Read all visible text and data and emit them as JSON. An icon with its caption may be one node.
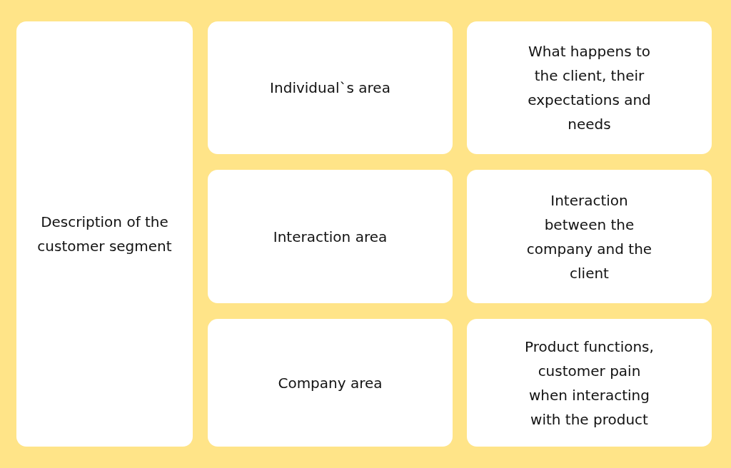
{
  "diagram": {
    "nodes": [
      {
        "text": [
          "Description of the customer segment"
        ]
      },
      {
        "text": [
          "Individual`s area"
        ]
      },
      {
        "text": [
          "What happens to the client, their expectations and needs"
        ]
      },
      {
        "text": [
          "Interaction area"
        ]
      },
      {
        "text": [
          "Interaction between the company and the client"
        ]
      },
      {
        "text": [
          "Company area"
        ]
      },
      {
        "text": [
          "Product functions, customer pain when interacting with the product"
        ]
      }
    ],
    "edges": []
  }
}
